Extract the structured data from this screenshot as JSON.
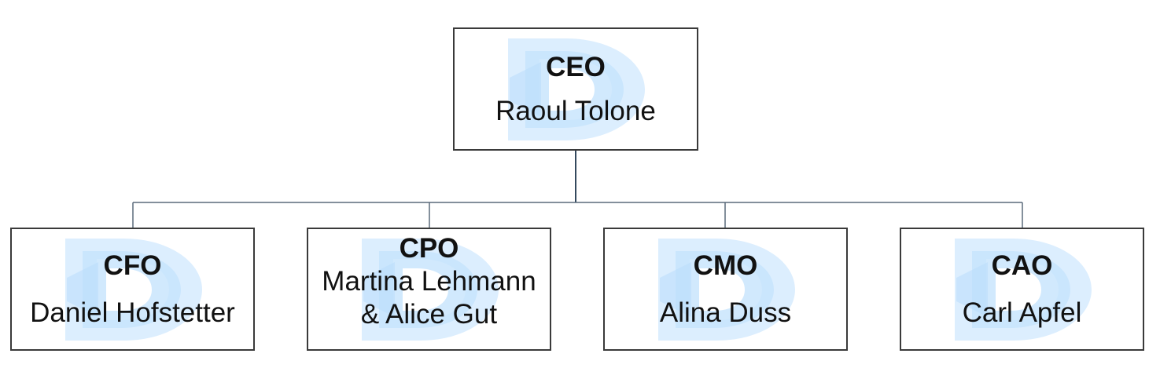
{
  "colors": {
    "box_border": "#3a3a3a",
    "connector": "#34495e",
    "watermark_light": "#dceefe",
    "watermark_mid": "#b9dcfb"
  },
  "org_chart": {
    "root": {
      "role": "CEO",
      "name": "Raoul Tolone"
    },
    "reports": [
      {
        "role": "CFO",
        "name": "Daniel Hofstetter"
      },
      {
        "role": "CPO",
        "name_lines": [
          "Martina Lehmann",
          "& Alice Gut"
        ]
      },
      {
        "role": "CMO",
        "name": "Alina Duss"
      },
      {
        "role": "CAO",
        "name": "Carl Apfel"
      }
    ]
  }
}
